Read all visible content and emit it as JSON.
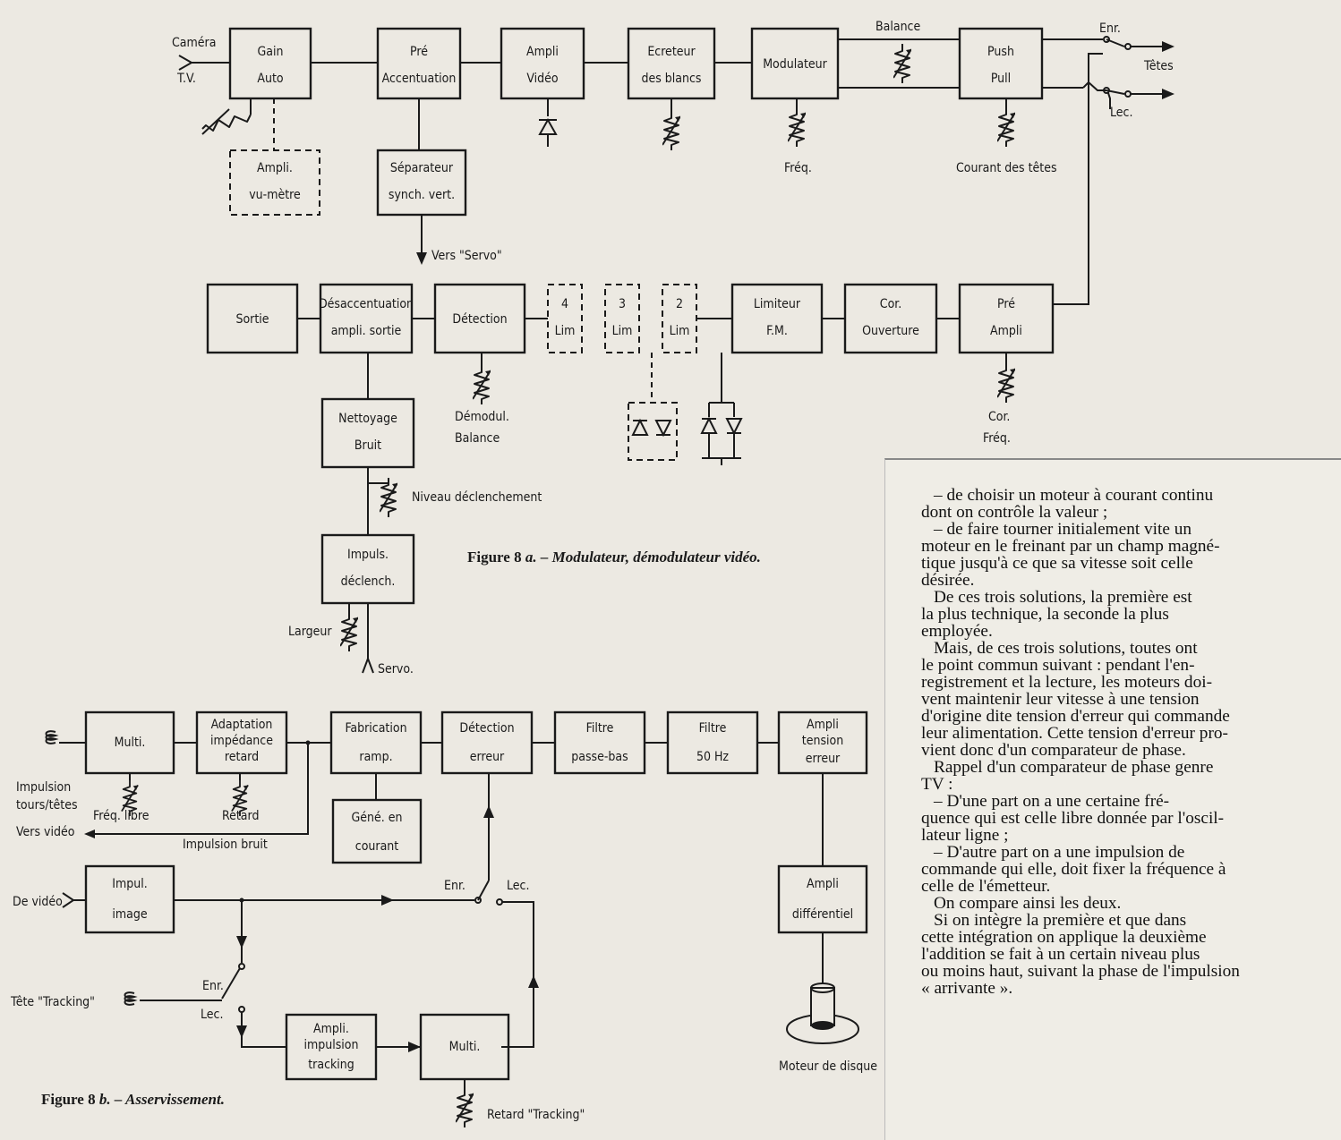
{
  "fig_a": {
    "caption_num": "Figure 8 ",
    "caption_italic": "a. – Modulateur, démodulateur vidéo.",
    "input": [
      "Caméra",
      "T.V."
    ],
    "blocks": {
      "gain": [
        "Gain",
        "Auto"
      ],
      "pre_acc": [
        "Pré",
        "Accentuation"
      ],
      "ampli_video": [
        "Ampli",
        "Vidéo"
      ],
      "ecreteur": [
        "Ecreteur",
        "des blancs"
      ],
      "modulateur": [
        "Modulateur"
      ],
      "push_pull": [
        "Push",
        "Pull"
      ],
      "vu_metre": [
        "Ampli.",
        "vu-mètre"
      ],
      "separateur": [
        "Séparateur",
        "synch. vert."
      ],
      "sortie": [
        "Sortie"
      ],
      "desacc": [
        "Désaccentuation",
        "ampli. sortie"
      ],
      "detection": [
        "Détection"
      ],
      "lim4": [
        "4",
        "Lim"
      ],
      "lim3": [
        "3",
        "Lim"
      ],
      "lim2": [
        "2",
        "Lim"
      ],
      "limiteur": [
        "Limiteur",
        "F.M."
      ],
      "cor_ouv": [
        "Cor.",
        "Ouverture"
      ],
      "pre_ampli": [
        "Pré",
        "Ampli"
      ],
      "nettoyage": [
        "Nettoyage",
        "Bruit"
      ],
      "impuls": [
        "Impuls.",
        "déclench."
      ]
    },
    "labels": {
      "balance": "Balance",
      "enr": "Enr.",
      "lec": "Lec.",
      "tetes": "Têtes",
      "freq": "Fréq.",
      "courant": "Courant des têtes",
      "vers_servo": "Vers \"Servo\"",
      "demodul": [
        "Démodul.",
        "Balance"
      ],
      "cor_freq": [
        "Cor.",
        "Fréq."
      ],
      "niveau": "Niveau déclenchement",
      "largeur": "Largeur",
      "servo": "Servo."
    }
  },
  "fig_b": {
    "caption_num": "Figure 8 ",
    "caption_italic": "b. – Asservissement.",
    "blocks": {
      "multi1": [
        "Multi."
      ],
      "adaptation": [
        "Adaptation",
        "impédance",
        "retard"
      ],
      "fabrication": [
        "Fabrication",
        "ramp."
      ],
      "det_erreur": [
        "Détection",
        "erreur"
      ],
      "passe_bas": [
        "Filtre",
        "passe-bas"
      ],
      "f50": [
        "Filtre",
        "50 Hz"
      ],
      "ampli_tension": [
        "Ampli",
        "tension",
        "erreur"
      ],
      "gene": [
        "Géné. en",
        "courant"
      ],
      "impul_image": [
        "Impul.",
        "image"
      ],
      "ampli_diff": [
        "Ampli",
        "différentiel"
      ],
      "ampli_tracking": [
        "Ampli.",
        "impulsion",
        "tracking"
      ],
      "multi2": [
        "Multi."
      ]
    },
    "labels": {
      "impulsion_tours": [
        "Impulsion",
        "tours/têtes"
      ],
      "freq_libre": "Fréq. libre",
      "retard": "Retard",
      "vers_video": "Vers vidéo",
      "impulsion_bruit": "Impulsion bruit",
      "de_video": "De vidéo",
      "enr": "Enr.",
      "lec": "Lec.",
      "tete_tracking": "Tête \"Tracking\"",
      "moteur": "Moteur de disque",
      "retard_tracking": "Retard \"Tracking\""
    }
  },
  "text_lines": [
    "– de choisir un moteur à courant continu",
    "dont on contrôle la valeur ;",
    "– de faire tourner initialement vite un",
    "moteur en le freinant par un champ magné-",
    "tique jusqu'à ce que sa vitesse soit celle",
    "désirée.",
    "De ces trois solutions, la première est",
    "la plus technique, la seconde la plus",
    "employée.",
    "Mais, de ces trois solutions, toutes ont",
    "le point commun suivant : pendant l'en-",
    "registrement et la lecture, les moteurs doi-",
    "vent maintenir leur vitesse à une tension",
    "d'origine dite tension d'erreur qui commande",
    "leur alimentation. Cette tension d'erreur pro-",
    "vient donc d'un comparateur de phase.",
    "Rappel d'un comparateur de phase genre",
    "TV :",
    "– D'une part on a une certaine fré-",
    "quence qui est celle libre donnée par l'oscil-",
    "lateur ligne ;",
    "– D'autre part on a une impulsion de",
    "commande qui elle, doit fixer la fréquence à",
    "celle de l'émetteur.",
    "On compare ainsi les deux.",
    "Si on intègre la première et que dans",
    "cette intégration on applique la deuxième",
    "l'addition se fait à un certain niveau plus",
    "ou moins haut, suivant la phase de l'impulsion",
    "« arrivante »."
  ]
}
